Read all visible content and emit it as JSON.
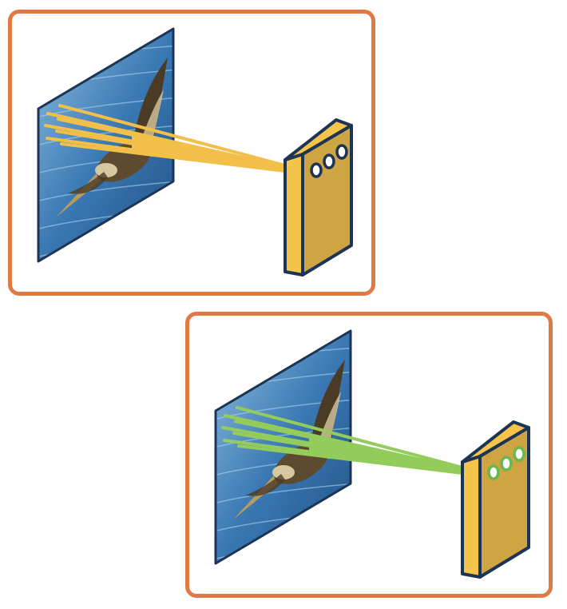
{
  "colors": {
    "panel_border": "#e07a45",
    "outline": "#1d3554",
    "box_front": "#cfa443",
    "box_side": "#f5c44a",
    "rays_panel_1": "#f2c049",
    "rays_panel_2": "#93cc5b",
    "circle_fill_panel_1": "#ffffff",
    "circle_fill_panel_2": "#ffffff",
    "circle_stroke_panel_2": "#69b84a",
    "water_dark": "#1f4f80",
    "water_mid": "#3a78b3",
    "water_light": "#8fbfe0",
    "bird_body": "#5e4a2e",
    "bird_light": "#d8c8a0",
    "bird_beak": "#b89b5e"
  },
  "panels": [
    {
      "id": "panel-1",
      "image": "pelican-photo",
      "ray_color_key": "rays_panel_1",
      "circle_count": 3
    },
    {
      "id": "panel-2",
      "image": "pelican-photo",
      "ray_color_key": "rays_panel_2",
      "circle_count": 3
    }
  ],
  "icons": [
    "pelican-image-icon",
    "light-rays-icon",
    "camera-box-icon",
    "lens-circle-icon"
  ]
}
